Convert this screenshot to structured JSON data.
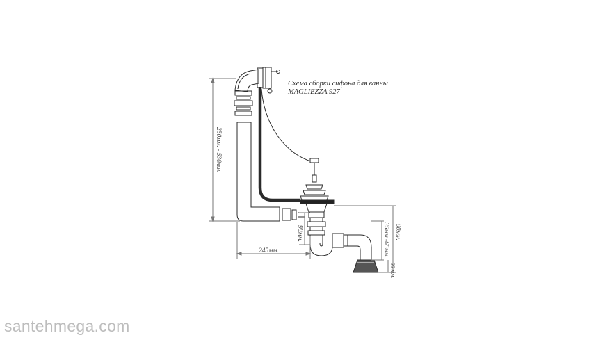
{
  "diagram": {
    "title_line1": "Схема сборки сифона для ванны",
    "title_line2": "MAGLIEZZA 927",
    "dims": {
      "height_range": "250мм. - 530мм.",
      "horizontal": "245мм.",
      "drop_90": "90мм.",
      "right_90": "90мм.",
      "range_35_65": "35мм.-65мм.",
      "bottom_33": "33 мм."
    }
  },
  "watermark": "santehmega.com",
  "colors": {
    "line": "#2a2a2a",
    "watermark": "#bdbdbd"
  }
}
